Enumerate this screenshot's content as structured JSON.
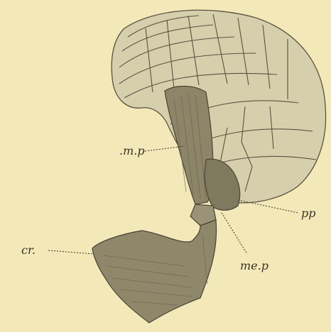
{
  "figure": {
    "labels": {
      "mp": ".m.p",
      "pp": "pp",
      "cr": "cr.",
      "mep": "me.p"
    },
    "colors": {
      "background": "#f3e8b8",
      "fin_light": "#d8d2b0",
      "fin_dark": "#8a8468",
      "ink": "#3a3426"
    }
  }
}
